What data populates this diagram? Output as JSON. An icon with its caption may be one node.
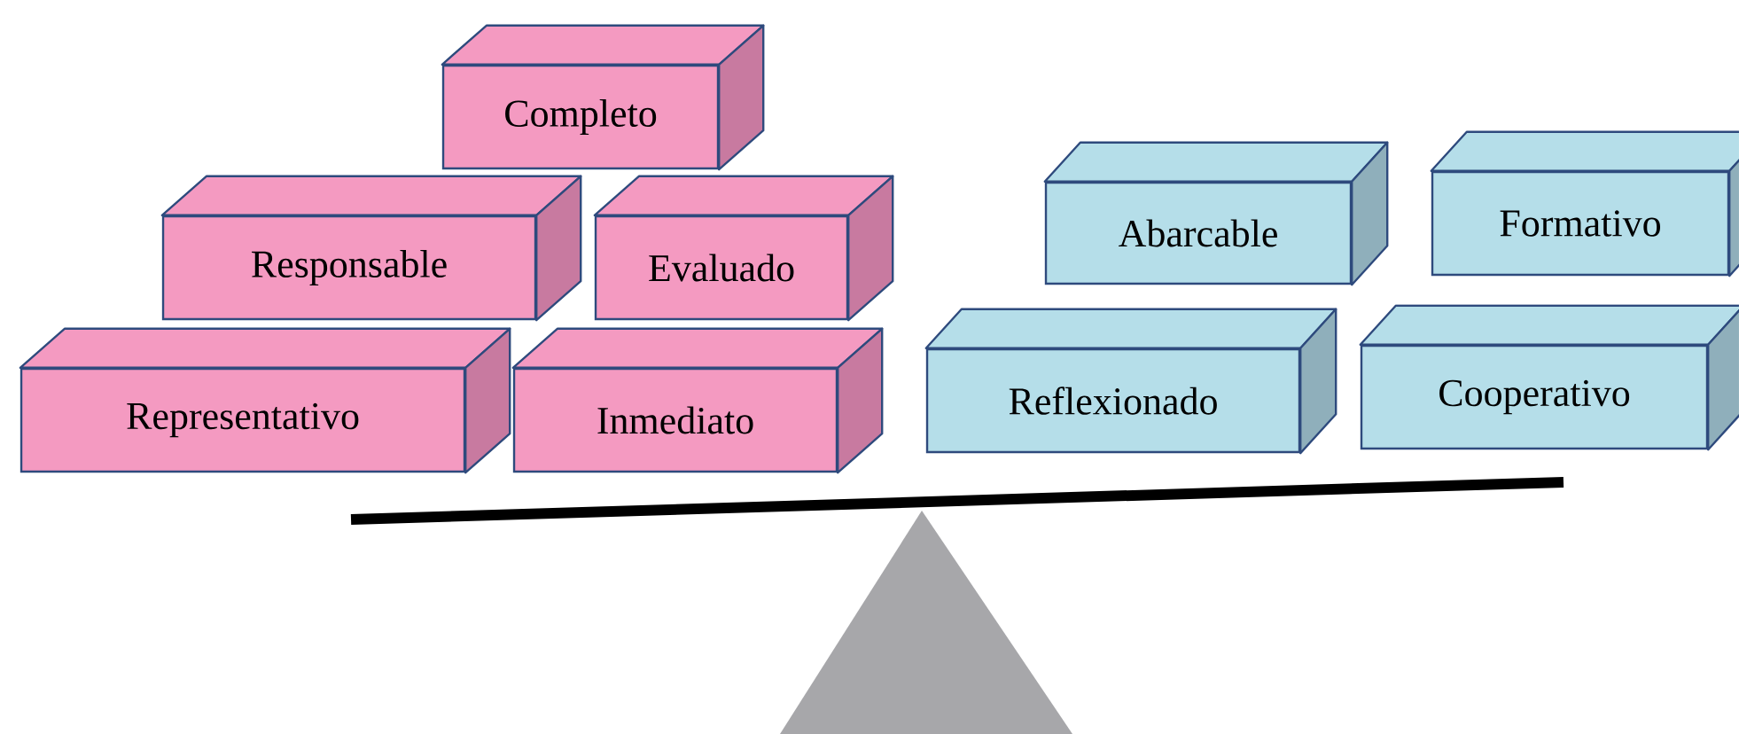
{
  "diagram": {
    "nodes": [
      {
        "text": [
          "Completo"
        ]
      },
      {
        "text": [
          "Responsable"
        ]
      },
      {
        "text": [
          "Evaluado"
        ]
      },
      {
        "text": [
          "Representativo"
        ]
      },
      {
        "text": [
          "Inmediato"
        ]
      },
      {
        "text": [
          "Abarcable"
        ]
      },
      {
        "text": [
          "Formativo"
        ]
      },
      {
        "text": [
          "Reflexionado"
        ]
      },
      {
        "text": [
          "Cooperativo"
        ]
      }
    ]
  }
}
